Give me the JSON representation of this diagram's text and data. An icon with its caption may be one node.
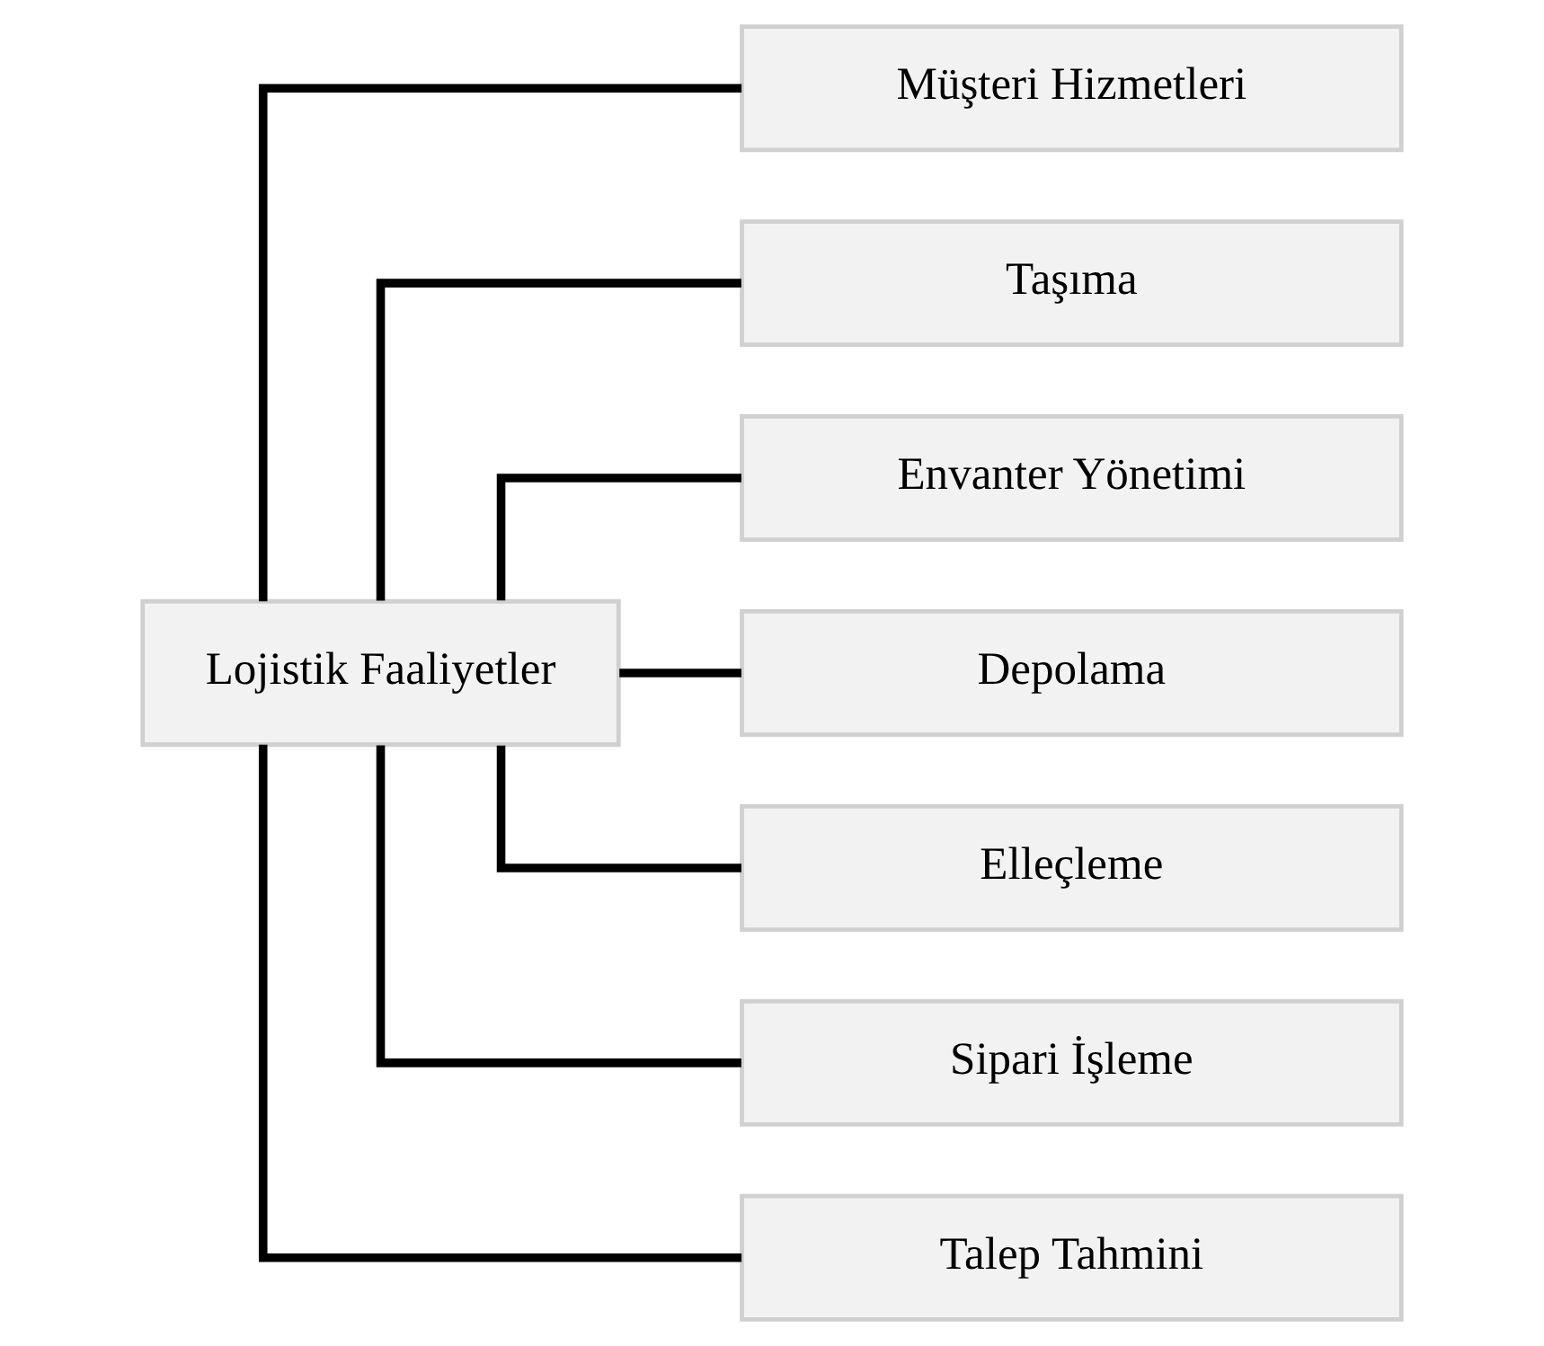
{
  "diagram": {
    "nodes": [
      {
        "text": [
          "Lojistik Faaliyetler"
        ]
      },
      {
        "text": [
          "Müşteri Hizmetleri"
        ]
      },
      {
        "text": [
          "Taşıma"
        ]
      },
      {
        "text": [
          "Envanter Yönetimi"
        ]
      },
      {
        "text": [
          "Depolama"
        ]
      },
      {
        "text": [
          "Elleçleme"
        ]
      },
      {
        "text": [
          "Sipari İşleme"
        ]
      },
      {
        "text": [
          "Talep Tahmini"
        ]
      }
    ],
    "edges": [
      {
        "from": 0,
        "to": 1,
        "arrow": "none"
      },
      {
        "from": 0,
        "to": 2,
        "arrow": "none"
      },
      {
        "from": 0,
        "to": 3,
        "arrow": "none"
      },
      {
        "from": 0,
        "to": 4,
        "arrow": "none"
      },
      {
        "from": 0,
        "to": 5,
        "arrow": "none"
      },
      {
        "from": 0,
        "to": 6,
        "arrow": "none"
      },
      {
        "from": 0,
        "to": 7,
        "arrow": "none"
      }
    ]
  }
}
